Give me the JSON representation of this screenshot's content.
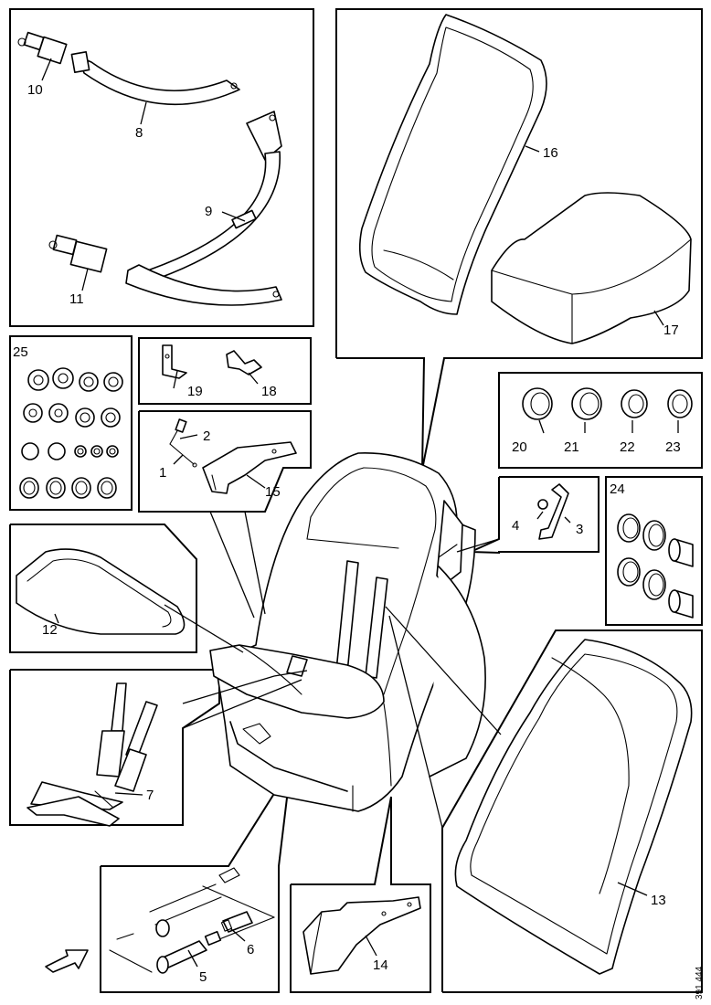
{
  "diagram": {
    "reference_code": "391 444",
    "callouts": {
      "c1": "1",
      "c2": "2",
      "c3": "3",
      "c4": "4",
      "c5": "5",
      "c6": "6",
      "c7": "7",
      "c8": "8",
      "c9": "9",
      "c10": "10",
      "c11": "11",
      "c12": "12",
      "c13": "13",
      "c14": "14",
      "c15": "15",
      "c16": "16",
      "c17": "17",
      "c18": "18",
      "c19": "19",
      "c20": "20",
      "c21": "21",
      "c22": "22",
      "c23": "23",
      "c24": "24",
      "c25": "25"
    }
  }
}
